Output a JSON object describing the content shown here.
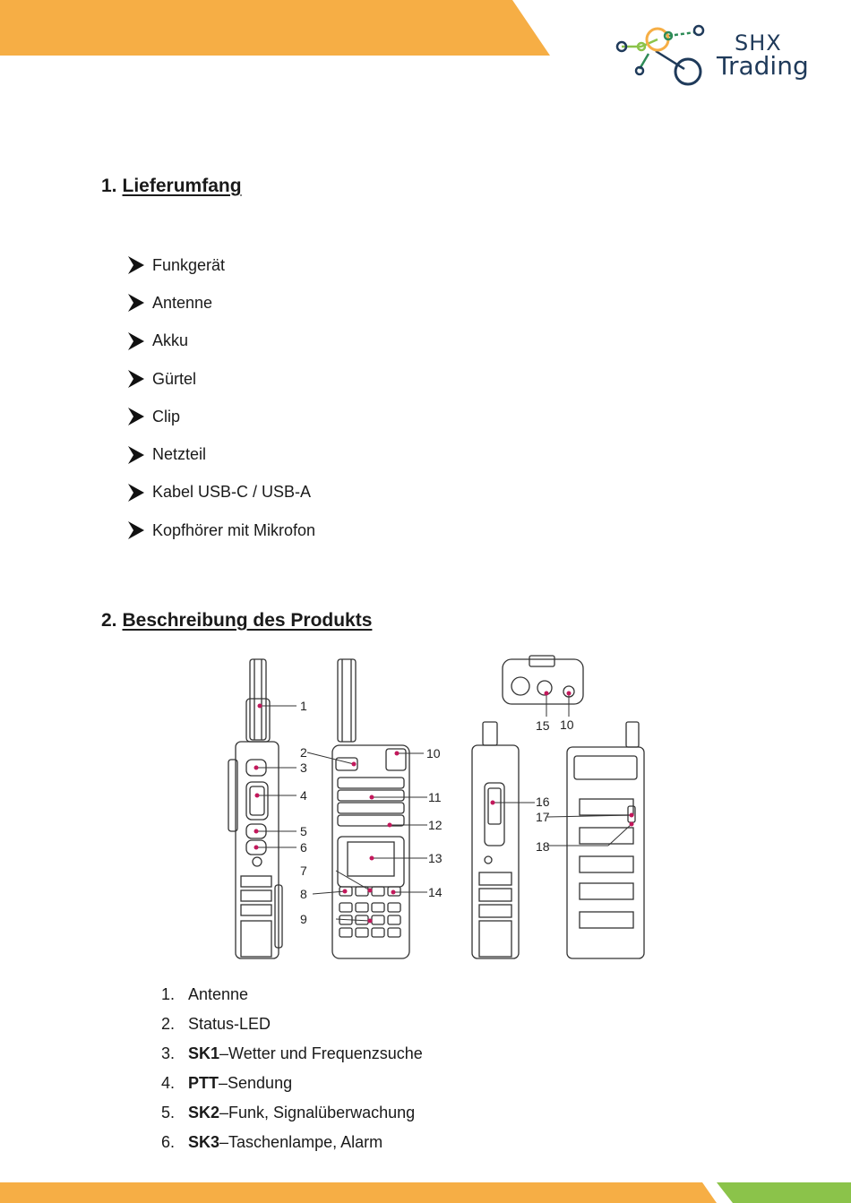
{
  "brand": {
    "line1": "SHX",
    "line2": "Trading"
  },
  "colors": {
    "orange": "#F6AE45",
    "navy": "#1F3A5A",
    "green": "#8BC34A",
    "marker": "#C2185B"
  },
  "section1": {
    "number": "1.",
    "title": "Lieferumfang",
    "items": [
      "Funkgerät",
      "Antenne",
      "Akku",
      "Gürtel",
      "Clip",
      "Netzteil",
      "Kabel USB-C / USB-A",
      "Kopfhörer mit Mikrofon"
    ]
  },
  "section2": {
    "number": "2.",
    "title": "Beschreibung des Produkts",
    "callouts": [
      "1",
      "2",
      "3",
      "4",
      "5",
      "6",
      "7",
      "8",
      "9",
      "10",
      "11",
      "12",
      "13",
      "14",
      "15",
      "10",
      "16",
      "17",
      "18"
    ],
    "parts": [
      {
        "num": "1.",
        "key": "",
        "sep": "",
        "text": "Antenne"
      },
      {
        "num": "2.",
        "key": "",
        "sep": "",
        "text": "Status-LED"
      },
      {
        "num": "3.",
        "key": "SK1",
        "sep": " – ",
        "text": "Wetter und Frequenzsuche"
      },
      {
        "num": "4.",
        "key": "PTT",
        "sep": " – ",
        "text": "Sendung"
      },
      {
        "num": "5.",
        "key": "SK2",
        "sep": " – ",
        "text": "Funk, Signalüberwachung"
      },
      {
        "num": "6.",
        "key": "SK3",
        "sep": " – ",
        "text": "Taschenlampe, Alarm"
      }
    ]
  }
}
